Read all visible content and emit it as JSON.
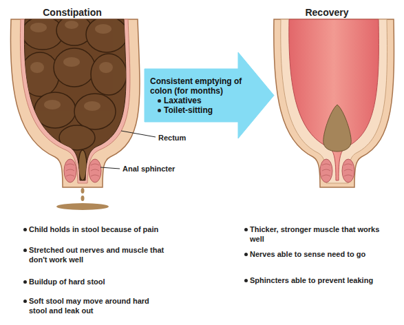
{
  "diagram": {
    "nodes": [
      {
        "text": [
          "Consistent emptying of colon (for months)",
          "Laxatives",
          "Toilet-sitting"
        ]
      }
    ],
    "labels": [
      "Constipation",
      "Recovery",
      "Rectum",
      "Anal sphincter",
      "Child holds in stool because of pain",
      "Stretched out nerves and muscle that don't work well",
      "Buildup of hard stool",
      "Soft stool may move around hard stool and leak out",
      "Thicker, stronger muscle that works well",
      "Nerves able to sense need to go",
      "Sphincters able to prevent leaking"
    ]
  }
}
